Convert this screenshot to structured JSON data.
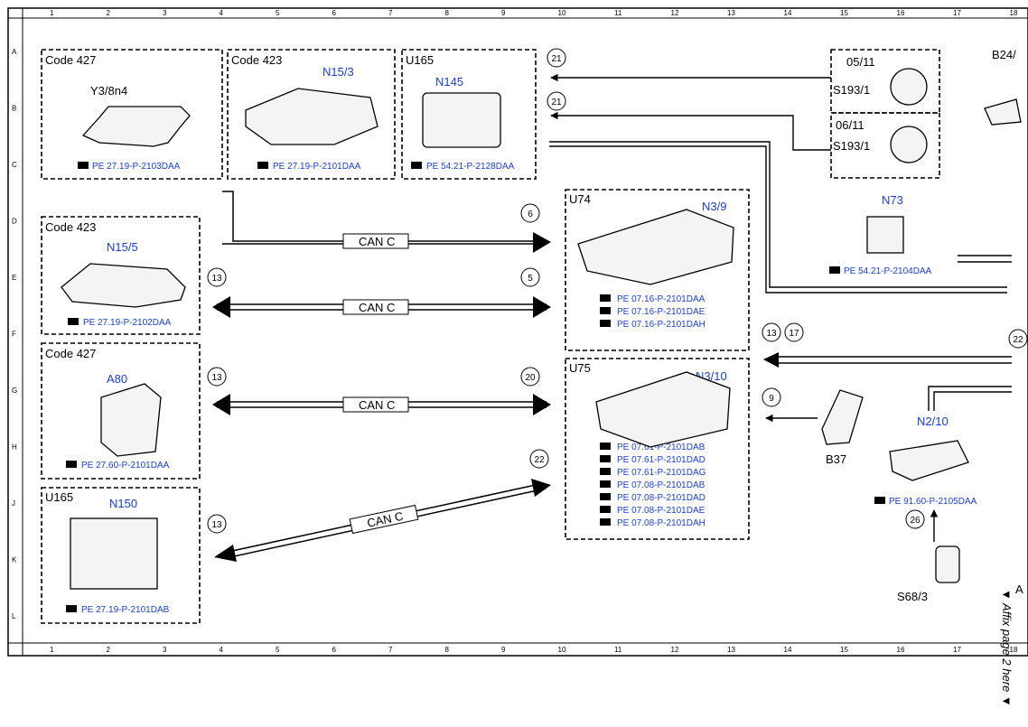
{
  "grid": {
    "columns": [
      "1",
      "2",
      "3",
      "4",
      "5",
      "6",
      "7",
      "8",
      "9",
      "10",
      "11",
      "12",
      "13",
      "14",
      "15",
      "16",
      "17",
      "18"
    ],
    "rows": [
      "A",
      "B",
      "C",
      "D",
      "E",
      "F",
      "G",
      "H",
      "J",
      "K",
      "L"
    ]
  },
  "boxes": {
    "y3_8n4": {
      "code": "Code 427",
      "name": "Y3/8n4",
      "refs": [
        "PE 27.19-P-2103DAA"
      ]
    },
    "n15_3": {
      "code": "Code 423",
      "name": "N15/3",
      "refs": [
        "PE 27.19-P-2101DAA"
      ]
    },
    "n145": {
      "code": "U165",
      "name": "N145",
      "refs": [
        "PE 54.21-P-2128DAA"
      ]
    },
    "n15_5": {
      "code": "Code 423",
      "name": "N15/5",
      "refs": [
        "PE 27.19-P-2102DAA"
      ]
    },
    "a80": {
      "code": "Code 427",
      "name": "A80",
      "refs": [
        "PE 27.60-P-2101DAA"
      ]
    },
    "n150": {
      "code": "U165",
      "name": "N150",
      "refs": [
        "PE 27.19-P-2101DAB"
      ]
    },
    "n3_9": {
      "code": "U74",
      "name": "N3/9",
      "refs": [
        "PE 07.16-P-2101DAA",
        "PE 07.16-P-2101DAE",
        "PE 07.16-P-2101DAH"
      ]
    },
    "n3_10": {
      "code": "U75",
      "name": "N3/10",
      "refs": [
        "PE 07.61-P-2101DAB",
        "PE 07.61-P-2101DAD",
        "PE 07.61-P-2101DAG",
        "PE 07.08-P-2101DAB",
        "PE 07.08-P-2101DAD",
        "PE 07.08-P-2101DAE",
        "PE 07.08-P-2101DAH"
      ]
    },
    "s193": {
      "date_a": "05/11",
      "date_b": "06/11",
      "name_a": "S193/1",
      "name_b": "S193/1"
    }
  },
  "components": {
    "n73": {
      "name": "N73",
      "ref": "PE 54.21-P-2104DAA"
    },
    "n2_10": {
      "name": "N2/10",
      "ref": "PE 91.60-P-2105DAA"
    },
    "b37": {
      "name": "B37"
    },
    "s68_3": {
      "name": "S68/3"
    },
    "b24": {
      "name": "B24/"
    }
  },
  "bus_label": "CAN C",
  "circles": [
    "21",
    "21",
    "6",
    "13",
    "5",
    "13",
    "20",
    "22",
    "13",
    "13",
    "17",
    "9",
    "26",
    "22"
  ],
  "edge_note": "▼ Affix page 2 here ▼",
  "edge_letter": "A"
}
